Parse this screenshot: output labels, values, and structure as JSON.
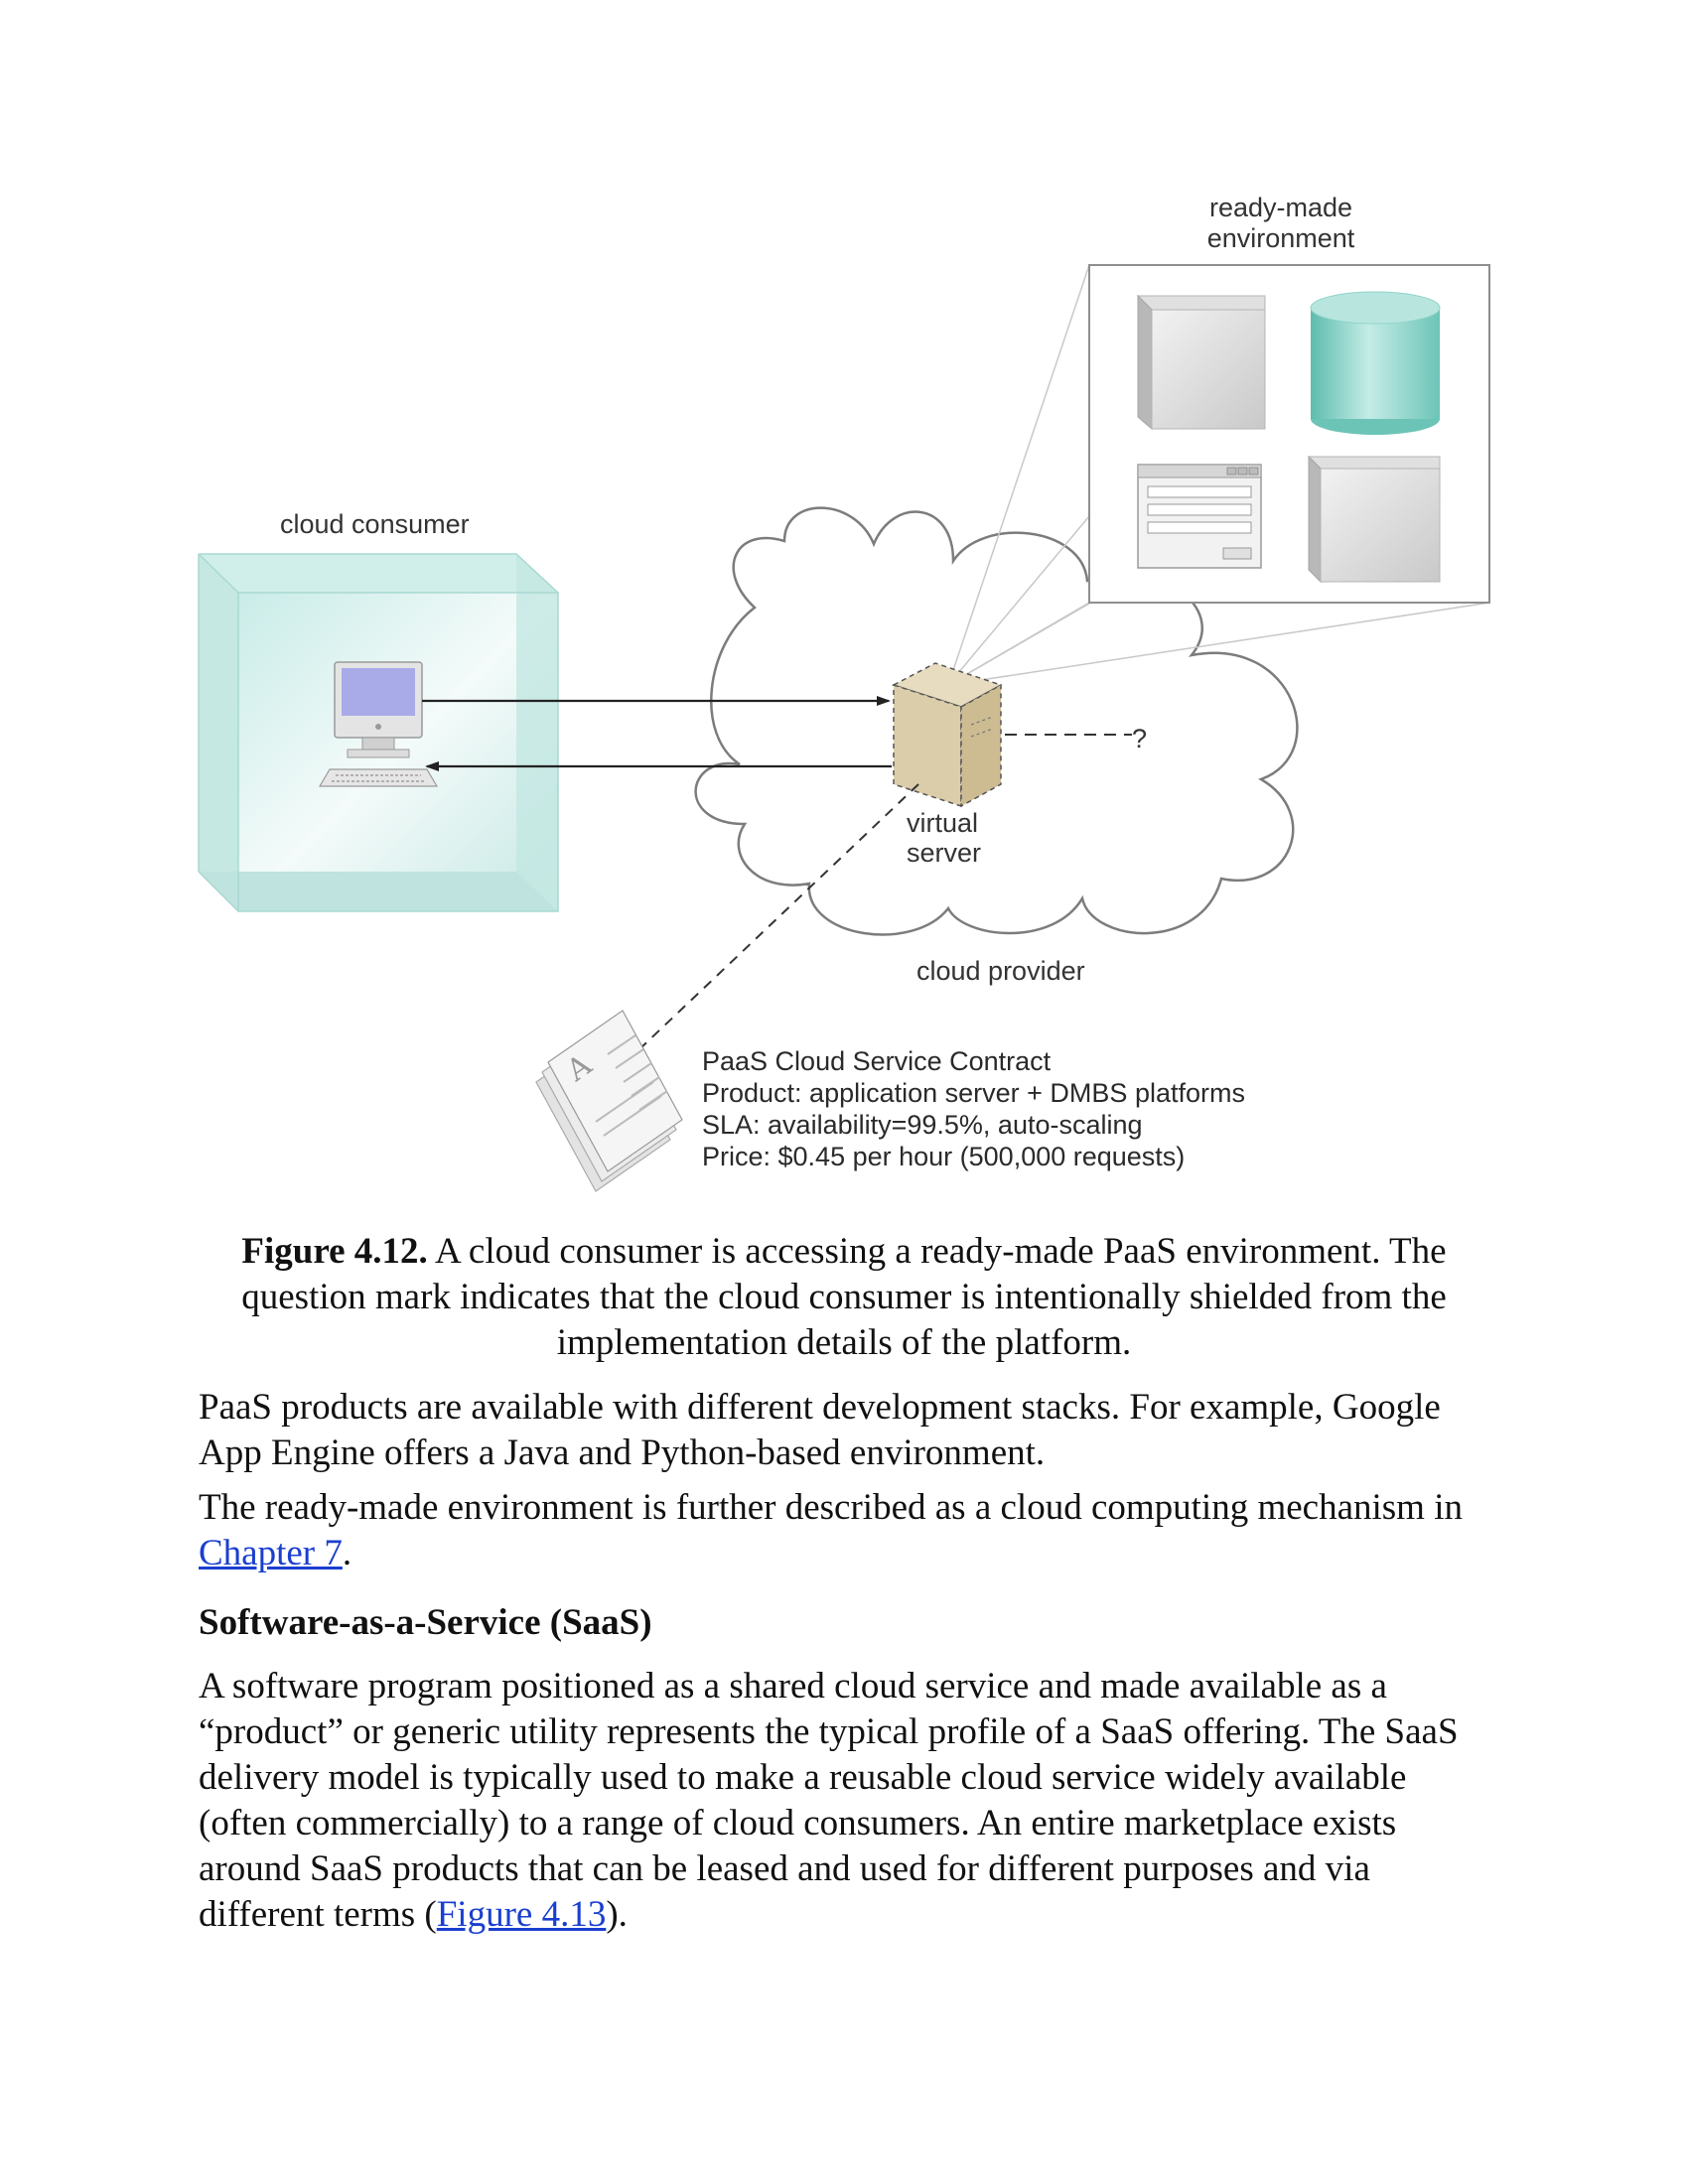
{
  "figure": {
    "labels": {
      "ready_made_line1": "ready-made",
      "ready_made_line2": "environment",
      "cloud_consumer": "cloud consumer",
      "virtual_line1": "virtual",
      "virtual_line2": "server",
      "cloud_provider": "cloud provider",
      "question_mark": "?"
    },
    "contract": {
      "line1": "PaaS Cloud Service Contract",
      "line2": "Product: application server + DMBS platforms",
      "line3": "SLA: availability=99.5%, auto-scaling",
      "line4": "Price: $0.45 per hour (500,000 requests)"
    },
    "colors": {
      "consumer_box": "#d6f0ee",
      "virtual_server": "#dccdaa",
      "database": "#7fcfc2",
      "monitor_screen": "#a9abe8"
    }
  },
  "caption": {
    "label": "Figure 4.12.",
    "text": " A cloud consumer is accessing a ready-made PaaS environment. The question mark indicates that the cloud consumer is intentionally shielded from the implementation details of the platform."
  },
  "paragraphs": {
    "p1": "PaaS products are available with different development stacks. For example, Google App Engine offers a Java and Python-based environment.",
    "p2_before": "The ready-made environment is further described as a cloud computing mechanism in ",
    "p2_link": "Chapter 7",
    "p2_after": ".",
    "heading": "Software-as-a-Service (SaaS)",
    "p3_before": "A software program positioned as a shared cloud service and made available as a “product” or generic utility represents the typical profile of a SaaS offering. The SaaS delivery model is typically used to make a reusable cloud service widely available (often commercially) to a range of cloud consumers. An entire marketplace exists around SaaS products that can be leased and used for different purposes and via different terms (",
    "p3_link": "Figure 4.13",
    "p3_after": ")."
  }
}
